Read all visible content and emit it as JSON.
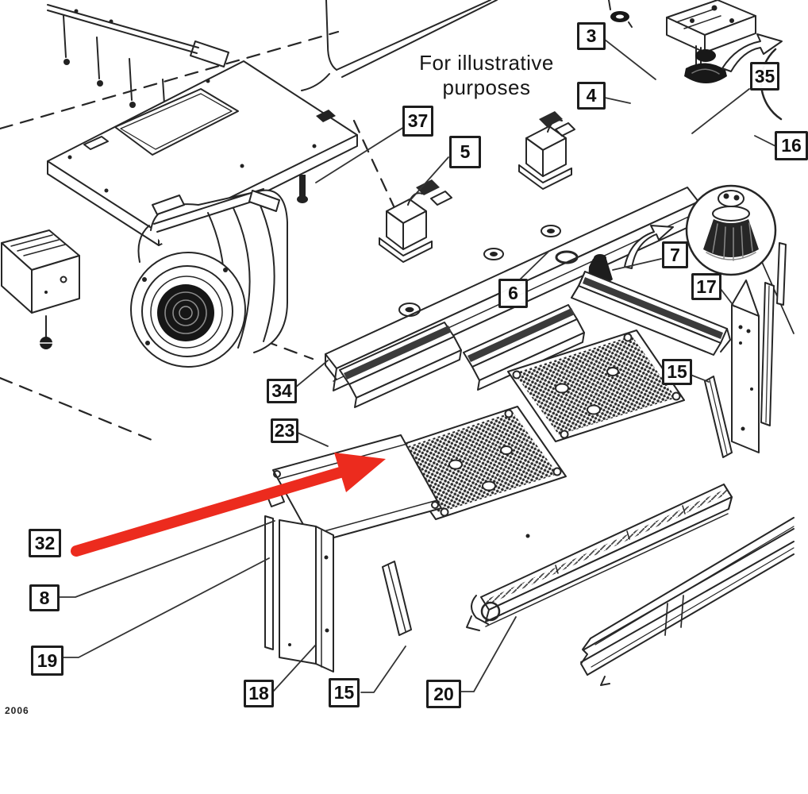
{
  "watermark": {
    "line1": "For illustrative",
    "line2": "purposes"
  },
  "footer": {
    "year": "2006"
  },
  "colors": {
    "line": "#262626",
    "accent_red": "#ec2b1e",
    "background": "#ffffff",
    "dark_fill": "#1d1d1d"
  },
  "callouts": [
    {
      "id": "3",
      "number": "3"
    },
    {
      "id": "4",
      "number": "4"
    },
    {
      "id": "35",
      "number": "35"
    },
    {
      "id": "16",
      "number": "16"
    },
    {
      "id": "37",
      "number": "37"
    },
    {
      "id": "5",
      "number": "5"
    },
    {
      "id": "6",
      "number": "6"
    },
    {
      "id": "7",
      "number": "7"
    },
    {
      "id": "17",
      "number": "17"
    },
    {
      "id": "15-right",
      "number": "15"
    },
    {
      "id": "34",
      "number": "34"
    },
    {
      "id": "23",
      "number": "23"
    },
    {
      "id": "32",
      "number": "32"
    },
    {
      "id": "8",
      "number": "8"
    },
    {
      "id": "19",
      "number": "19"
    },
    {
      "id": "18",
      "number": "18"
    },
    {
      "id": "15-bottom",
      "number": "15"
    },
    {
      "id": "20",
      "number": "20"
    }
  ]
}
